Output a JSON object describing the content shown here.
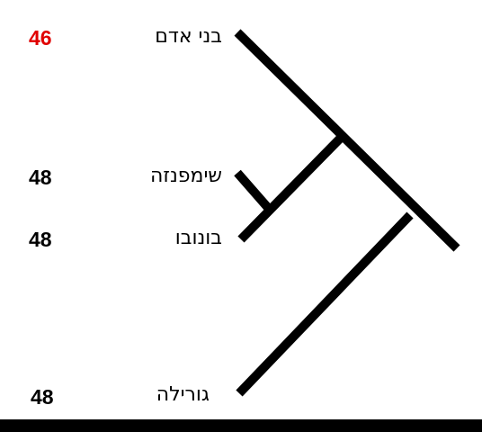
{
  "species": [
    {
      "name": "בני אדם",
      "chromosomes": "46",
      "color": "#e00000"
    },
    {
      "name": "שימפנזה",
      "chromosomes": "48",
      "color": "#000000"
    },
    {
      "name": "בונובו",
      "chromosomes": "48",
      "color": "#000000"
    },
    {
      "name": "גורילה",
      "chromosomes": "48",
      "color": "#000000"
    }
  ],
  "line_color": "#000000"
}
